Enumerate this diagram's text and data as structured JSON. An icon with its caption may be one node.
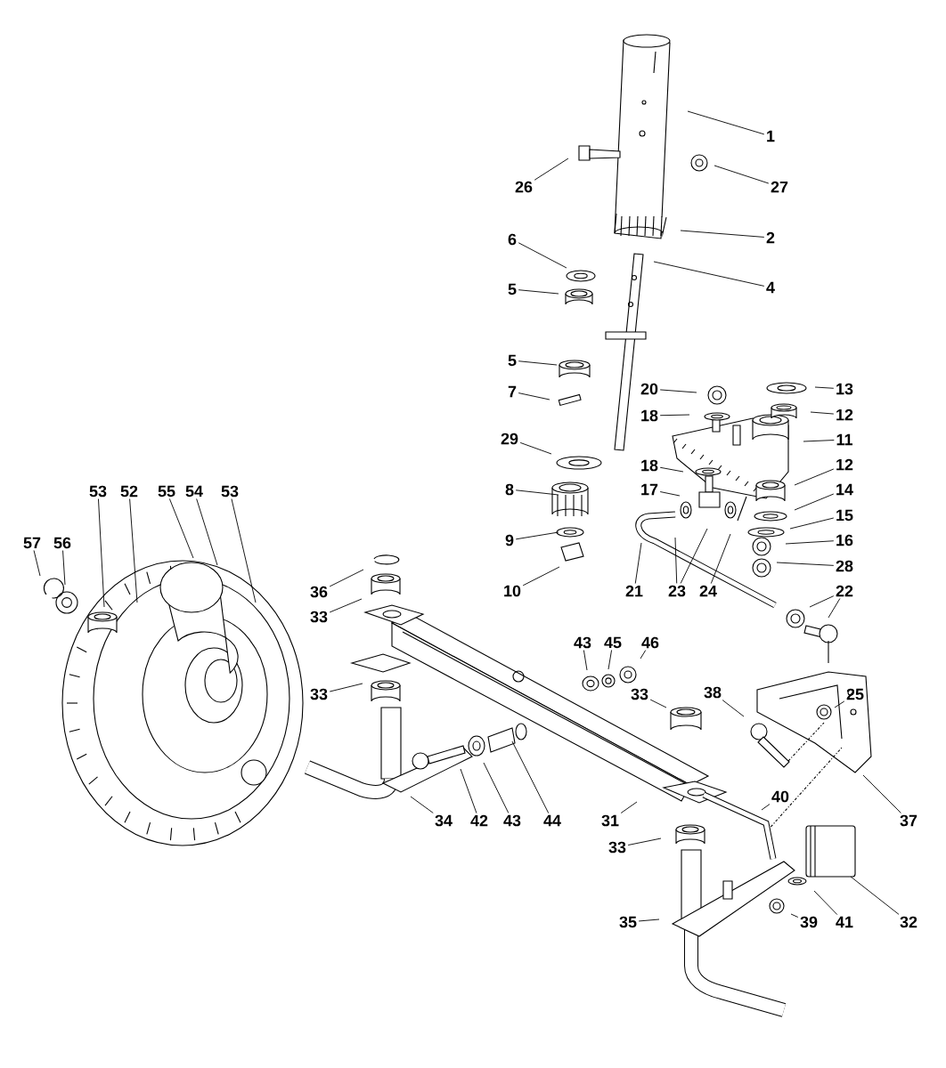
{
  "diagram": {
    "nodes": [
      {
        "text": [
          "1"
        ]
      },
      {
        "text": [
          "26"
        ]
      },
      {
        "text": [
          "27"
        ]
      },
      {
        "text": [
          "2"
        ]
      },
      {
        "text": [
          "6"
        ]
      },
      {
        "text": [
          "4"
        ]
      },
      {
        "text": [
          "5"
        ]
      },
      {
        "text": [
          "5"
        ]
      },
      {
        "text": [
          "20"
        ]
      },
      {
        "text": [
          "13"
        ]
      },
      {
        "text": [
          "7"
        ]
      },
      {
        "text": [
          "18"
        ]
      },
      {
        "text": [
          "12"
        ]
      },
      {
        "text": [
          "29"
        ]
      },
      {
        "text": [
          "11"
        ]
      },
      {
        "text": [
          "18"
        ]
      },
      {
        "text": [
          "12"
        ]
      },
      {
        "text": [
          "8"
        ]
      },
      {
        "text": [
          "17"
        ]
      },
      {
        "text": [
          "14"
        ]
      },
      {
        "text": [
          "15"
        ]
      },
      {
        "text": [
          "9"
        ]
      },
      {
        "text": [
          "16"
        ]
      },
      {
        "text": [
          "28"
        ]
      },
      {
        "text": [
          "53"
        ]
      },
      {
        "text": [
          "52"
        ]
      },
      {
        "text": [
          "55"
        ]
      },
      {
        "text": [
          "54"
        ]
      },
      {
        "text": [
          "53"
        ]
      },
      {
        "text": [
          "57"
        ]
      },
      {
        "text": [
          "56"
        ]
      },
      {
        "text": [
          "10"
        ]
      },
      {
        "text": [
          "21"
        ]
      },
      {
        "text": [
          "23"
        ]
      },
      {
        "text": [
          "24"
        ]
      },
      {
        "text": [
          "22"
        ]
      },
      {
        "text": [
          "36"
        ]
      },
      {
        "text": [
          "33"
        ]
      },
      {
        "text": [
          "43"
        ]
      },
      {
        "text": [
          "45"
        ]
      },
      {
        "text": [
          "46"
        ]
      },
      {
        "text": [
          "33"
        ]
      },
      {
        "text": [
          "33"
        ]
      },
      {
        "text": [
          "38"
        ]
      },
      {
        "text": [
          "25"
        ]
      },
      {
        "text": [
          "34"
        ]
      },
      {
        "text": [
          "42"
        ]
      },
      {
        "text": [
          "43"
        ]
      },
      {
        "text": [
          "44"
        ]
      },
      {
        "text": [
          "31"
        ]
      },
      {
        "text": [
          "40"
        ]
      },
      {
        "text": [
          "37"
        ]
      },
      {
        "text": [
          "33"
        ]
      },
      {
        "text": [
          "35"
        ]
      },
      {
        "text": [
          "39"
        ]
      },
      {
        "text": [
          "41"
        ]
      },
      {
        "text": [
          "32"
        ]
      }
    ],
    "edges": [
      {
        "from": 0,
        "to": null,
        "arrow": "none"
      },
      {
        "from": 1,
        "to": null,
        "arrow": "none"
      },
      {
        "from": 2,
        "to": null,
        "arrow": "none"
      },
      {
        "from": 3,
        "to": null,
        "arrow": "none"
      },
      {
        "from": 4,
        "to": null,
        "arrow": "none"
      },
      {
        "from": 5,
        "to": null,
        "arrow": "none"
      },
      {
        "from": 6,
        "to": null,
        "arrow": "none"
      },
      {
        "from": 7,
        "to": null,
        "arrow": "none"
      },
      {
        "from": 8,
        "to": null,
        "arrow": "none"
      },
      {
        "from": 9,
        "to": null,
        "arrow": "none"
      },
      {
        "from": 10,
        "to": null,
        "arrow": "none"
      },
      {
        "from": 11,
        "to": null,
        "arrow": "none"
      },
      {
        "from": 12,
        "to": null,
        "arrow": "none"
      },
      {
        "from": 13,
        "to": null,
        "arrow": "none"
      },
      {
        "from": 14,
        "to": null,
        "arrow": "none"
      },
      {
        "from": 15,
        "to": null,
        "arrow": "none"
      },
      {
        "from": 16,
        "to": null,
        "arrow": "none"
      },
      {
        "from": 17,
        "to": null,
        "arrow": "none"
      },
      {
        "from": 18,
        "to": null,
        "arrow": "none"
      },
      {
        "from": 19,
        "to": null,
        "arrow": "none"
      },
      {
        "from": 20,
        "to": null,
        "arrow": "none"
      },
      {
        "from": 21,
        "to": null,
        "arrow": "none"
      },
      {
        "from": 22,
        "to": null,
        "arrow": "none"
      },
      {
        "from": 23,
        "to": null,
        "arrow": "none"
      },
      {
        "from": 24,
        "to": null,
        "arrow": "none"
      },
      {
        "from": 25,
        "to": null,
        "arrow": "none"
      },
      {
        "from": 26,
        "to": null,
        "arrow": "none"
      },
      {
        "from": 27,
        "to": null,
        "arrow": "none"
      },
      {
        "from": 28,
        "to": null,
        "arrow": "none"
      },
      {
        "from": 29,
        "to": null,
        "arrow": "none"
      },
      {
        "from": 30,
        "to": null,
        "arrow": "none"
      },
      {
        "from": 31,
        "to": null,
        "arrow": "none"
      },
      {
        "from": 32,
        "to": null,
        "arrow": "none"
      },
      {
        "from": 33,
        "to": null,
        "arrow": "none"
      },
      {
        "from": 33,
        "to": null,
        "arrow": "none"
      },
      {
        "from": 34,
        "to": null,
        "arrow": "none"
      },
      {
        "from": 35,
        "to": null,
        "arrow": "none"
      },
      {
        "from": 35,
        "to": null,
        "arrow": "none"
      },
      {
        "from": 36,
        "to": null,
        "arrow": "none"
      },
      {
        "from": 37,
        "to": null,
        "arrow": "none"
      },
      {
        "from": 38,
        "to": null,
        "arrow": "none"
      },
      {
        "from": 39,
        "to": null,
        "arrow": "none"
      },
      {
        "from": 40,
        "to": null,
        "arrow": "none"
      },
      {
        "from": 41,
        "to": null,
        "arrow": "none"
      },
      {
        "from": 42,
        "to": null,
        "arrow": "none"
      },
      {
        "from": 43,
        "to": null,
        "arrow": "none"
      },
      {
        "from": 44,
        "to": null,
        "arrow": "none"
      },
      {
        "from": 45,
        "to": null,
        "arrow": "none"
      },
      {
        "from": 46,
        "to": null,
        "arrow": "none"
      },
      {
        "from": 47,
        "to": null,
        "arrow": "none"
      },
      {
        "from": 48,
        "to": null,
        "arrow": "none"
      },
      {
        "from": 49,
        "to": null,
        "arrow": "none"
      },
      {
        "from": 50,
        "to": null,
        "arrow": "none"
      },
      {
        "from": 51,
        "to": null,
        "arrow": "none"
      },
      {
        "from": 52,
        "to": null,
        "arrow": "none"
      },
      {
        "from": 53,
        "to": null,
        "arrow": "none"
      },
      {
        "from": 54,
        "to": null,
        "arrow": "none"
      },
      {
        "from": 55,
        "to": null,
        "arrow": "none"
      },
      {
        "from": 56,
        "to": null,
        "arrow": "none"
      }
    ]
  }
}
